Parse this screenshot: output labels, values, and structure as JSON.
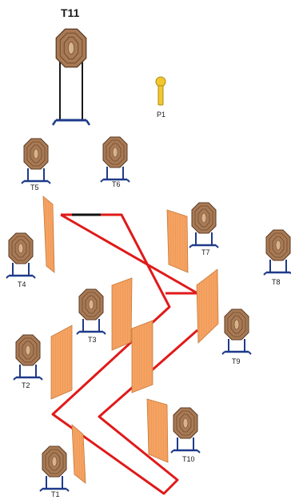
{
  "stage": {
    "targets": {
      "T1": "T1",
      "T2": "T2",
      "T3": "T3",
      "T4": "T4",
      "T5": "T5",
      "T6": "T6",
      "T7": "T7",
      "T8": "T8",
      "T9": "T9",
      "T10": "T10",
      "T11": "T11"
    },
    "popper": "P1"
  },
  "colors": {
    "target_fill": "#a87a55",
    "target_stroke": "#5a3a22",
    "stand": "#1e3a8a",
    "wall_fill": "#f6a262",
    "wall_line": "#c47a3a",
    "fault_line": "#e01a1a",
    "popper": "#f2c830"
  }
}
